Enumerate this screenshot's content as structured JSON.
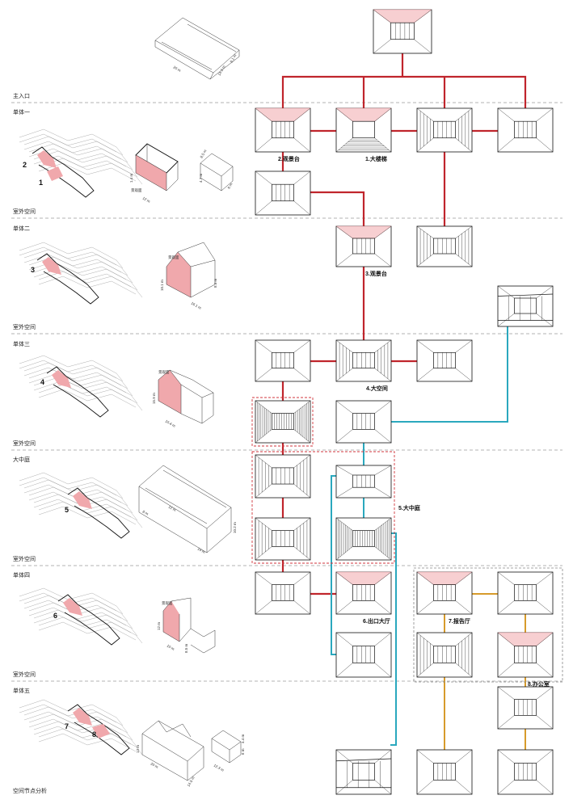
{
  "sections": [
    {
      "id": "main-entrance",
      "label": "主入口"
    },
    {
      "id": "unit-1",
      "label": "单体一"
    },
    {
      "id": "outdoor-1",
      "label": "室外空间"
    },
    {
      "id": "unit-2",
      "label": "单体二"
    },
    {
      "id": "outdoor-2",
      "label": "室外空间"
    },
    {
      "id": "unit-3",
      "label": "单体三"
    },
    {
      "id": "outdoor-3",
      "label": "室外空间"
    },
    {
      "id": "courtyard",
      "label": "大中庭"
    },
    {
      "id": "outdoor-4",
      "label": "室外空间"
    },
    {
      "id": "unit-4",
      "label": "单体四"
    },
    {
      "id": "outdoor-5",
      "label": "室外空间"
    },
    {
      "id": "unit-5",
      "label": "单体五"
    }
  ],
  "footer_title": "空间节点分析",
  "node_labels": {
    "n2": "2.观景台",
    "n1": "1.大楼梯",
    "n3": "3.观景台",
    "n4": "4.大空间",
    "n5": "5.大中庭",
    "n6": "6.出口大厅",
    "n7": "7.报告厅",
    "n8": "8.办公室"
  },
  "plan_numbers": {
    "p1": "1",
    "p2": "2",
    "p3": "3",
    "p4": "4",
    "p5": "5",
    "p6": "6",
    "p7": "7",
    "p8": "8"
  },
  "dims": {
    "top_a": "20 m",
    "top_b": "14.3 m",
    "top_c": "8.1 m",
    "u1_a": "1.4 m",
    "u1_b": "12 m",
    "u1_tag": "景观面",
    "u1s_a": "8.5 m",
    "u1s_b": "4.7 m",
    "u1s_c": "6 m",
    "u2_tag": "景观面",
    "u2_a": "10.1 m",
    "u2_b": "8.4 m",
    "u2_c": "16.1 m",
    "u3_tag": "景观面",
    "u3_a": "15.9 m",
    "u3_b": "10.4 m",
    "ct_a": "12 m",
    "ct_b": "8 m",
    "ct_c": "10.2 m",
    "ct_d": "14 m",
    "u4_tag": "景观面",
    "u4_a": "12 m",
    "u4_b": "8.5 m",
    "u4_c": "10 m",
    "u5_a": "13 m",
    "u5_b": "20 m",
    "u5_c": "14.5 m",
    "u5s_a": "12.3 m",
    "u5s_b": "6 m",
    "u5s_c": "4.4 m"
  },
  "colors": {
    "red_path": "#c0252c",
    "cyan_path": "#2aa8be",
    "gold_path": "#d79b2b",
    "highlight": "#f0a8ac"
  }
}
